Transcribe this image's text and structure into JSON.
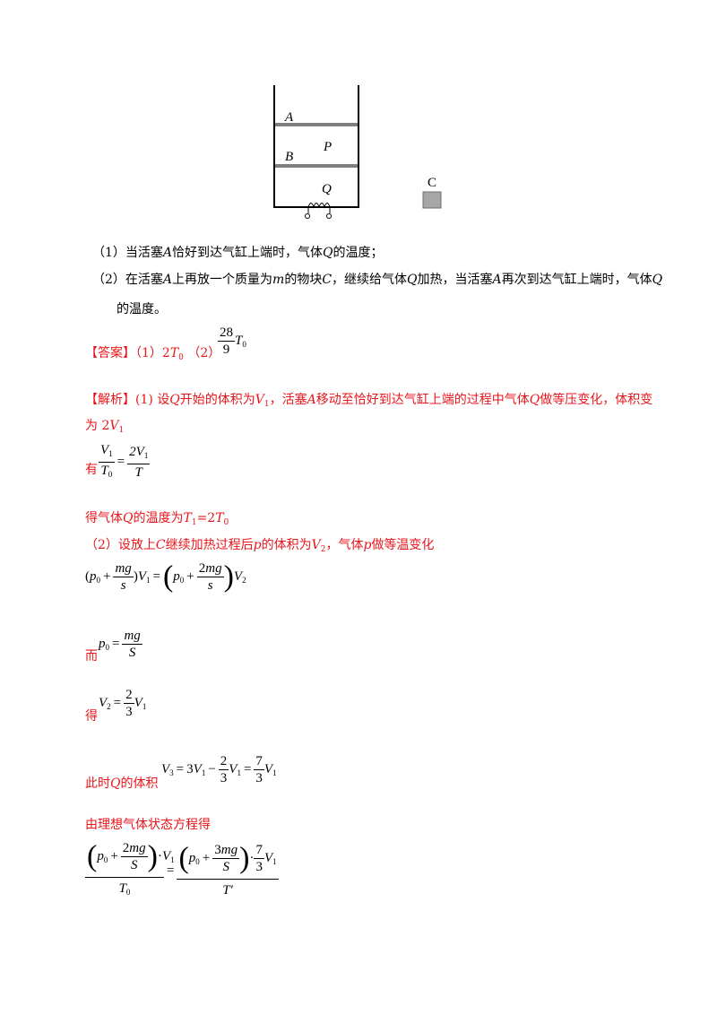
{
  "diagram": {
    "label_A": "A",
    "label_B": "B",
    "label_P": "P",
    "label_Q": "Q",
    "label_C": "C"
  },
  "questions": {
    "q1_prefix": "（1）当活塞",
    "q1_var": "A",
    "q1_mid": "恰好到达气缸上端时，气体",
    "q1_var2": "Q",
    "q1_end": "的温度；",
    "q2_prefix": "（2）在活塞",
    "q2_var": "A",
    "q2_mid": "上再放一个质量为",
    "q2_var_m": "m",
    "q2_mid2": "的物块",
    "q2_var_c": "C",
    "q2_mid3": "，继续给气体",
    "q2_var_q": "Q",
    "q2_mid4": "加热，当活塞",
    "q2_var_a2": "A",
    "q2_mid5": "再次到达气缸上端时，气体",
    "q2_var_q2": "Q",
    "q2_line2": "的温度。"
  },
  "answer": {
    "label": "【答案】",
    "part1": "（1）2",
    "T": "T",
    "sub0": "0",
    "part2": "（2）",
    "num": "28",
    "den": "9"
  },
  "analysis": {
    "label": "【解析】",
    "l1_a": "(1) 设",
    "l1_Q": "Q",
    "l1_b": "开始的体积为",
    "l1_V": "V",
    "l1_sub": "1",
    "l1_c": "，活塞",
    "l1_A": "A",
    "l1_d": "移动至恰好到达气缸上端的过程中气体",
    "l1_Q2": "Q",
    "l1_e": "做等压变化，体积变",
    "l2_a": "为 2",
    "l2_V": "V",
    "l2_sub": "1",
    "you": "有",
    "eq1_V1": "V",
    "eq1_T0": "T",
    "eq1_2V1": "2V",
    "eq1_T": "T",
    "l3_a": "得气体",
    "l3_Q": "Q",
    "l3_b": "的温度为",
    "l3_T1": "T",
    "l3_eq": "=2",
    "l3_T0": "T",
    "l4_a": "（2）设放上",
    "l4_C": "C",
    "l4_b": "继续加热过程后",
    "l4_p": "p",
    "l4_c": "的体积为",
    "l4_V2": "V",
    "l4_d": "，气体",
    "l4_p2": "p",
    "l4_e": "做等温变化",
    "er": "而",
    "de": "得",
    "ci_a": "此时",
    "ci_Q": "Q",
    "ci_b": "的体积",
    "ideal": "由理想气体状态方程得"
  }
}
